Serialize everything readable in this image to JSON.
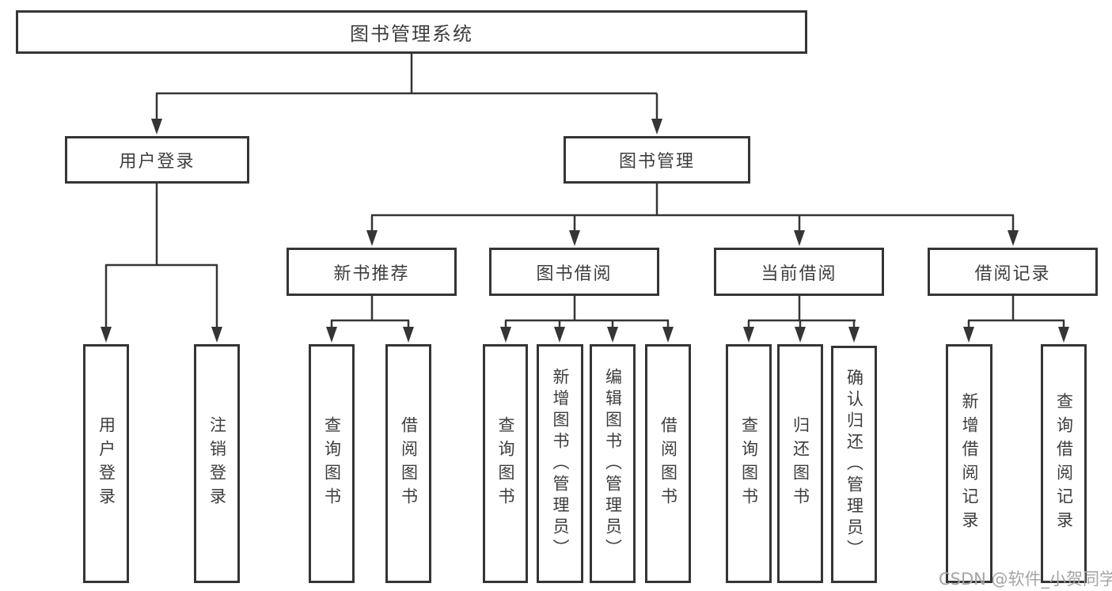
{
  "tree": {
    "root": "图书管理系统",
    "branches": [
      {
        "label": "用户登录",
        "leaves": [
          "用户登录",
          "注销登录"
        ]
      },
      {
        "label": "图书管理",
        "groups": [
          {
            "label": "新书推荐",
            "leaves": [
              "查询图书",
              "借阅图书"
            ]
          },
          {
            "label": "图书借阅",
            "leaves": [
              "查询图书",
              "新增图书（管理员）",
              "编辑图书（管理员）",
              "借阅图书"
            ]
          },
          {
            "label": "当前借阅",
            "leaves": [
              "查询图书",
              "归还图书",
              "确认归还（管理员）"
            ]
          },
          {
            "label": "借阅记录",
            "leaves": [
              "新增借阅记录",
              "查询借阅记录"
            ]
          }
        ]
      }
    ]
  },
  "watermark": "CSDN @软件_小贺同学",
  "colors": {
    "line": "#353535",
    "text": "#3d3d3d",
    "watermark": "#a5a5a5",
    "background": "#ffffff"
  }
}
